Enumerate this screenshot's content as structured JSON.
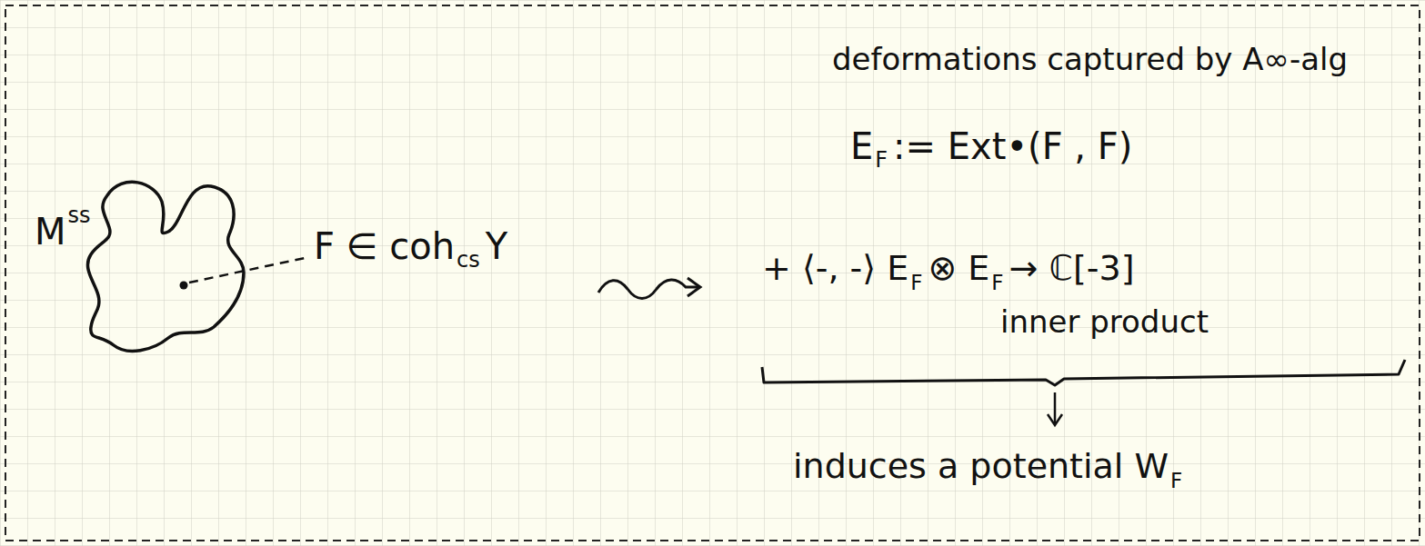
{
  "diagram": {
    "labels": [
      "M",
      "ss",
      "F ∈ coh",
      "cs",
      "Y",
      "deformations captured by A∞-alg",
      "E",
      "F",
      ":= Ext•(F , F)",
      "+ ⟨-, -⟩",
      "E",
      "F",
      "⊗",
      "E",
      "F",
      "→ ℂ[-3]",
      "inner product",
      "induces a potential",
      "W",
      "F"
    ]
  }
}
